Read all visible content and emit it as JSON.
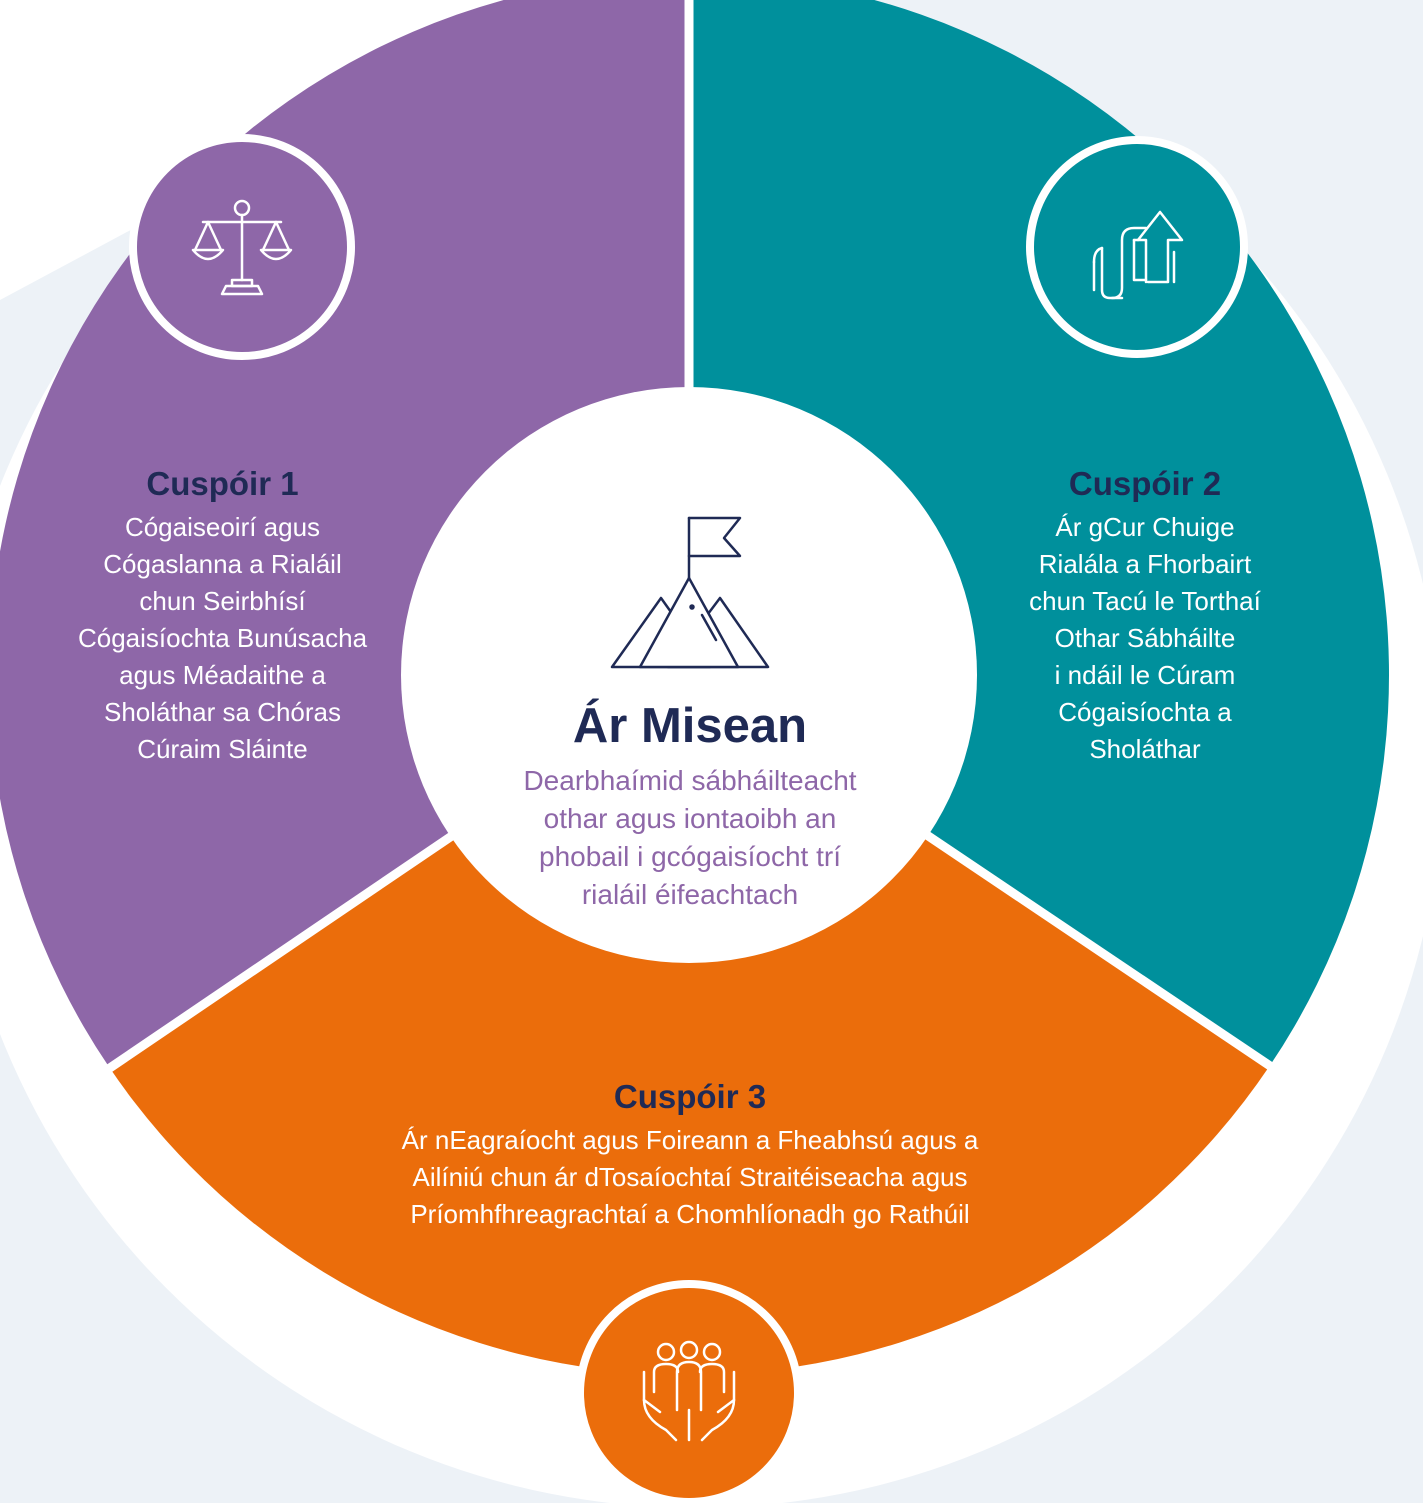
{
  "colors": {
    "page_bg": "#edf2f7",
    "outer_ring": "#ffffff",
    "purple": "#8e67a8",
    "teal": "#00909c",
    "orange": "#eb6d0b",
    "navy": "#1f2a55",
    "divider": "#ffffff"
  },
  "segments": [
    {
      "id": "1",
      "title": "Cuspóir 1",
      "lines": [
        "Cógaiseoirí agus",
        "Cógaslanna a Rialáil",
        "chun Seirbhísí",
        "Cógaisíochta Bunúsacha",
        "agus Méadaithe a",
        "Sholáthar sa Chóras",
        "Cúraim Sláinte"
      ],
      "color": "#8e67a8",
      "icon": "scales-of-justice-icon"
    },
    {
      "id": "2",
      "title": "Cuspóir 2",
      "lines": [
        "Ár gCur Chuige",
        "Rialála a Fhorbairt",
        "chun Tacú le Torthaí",
        "Othar Sábháilte",
        "i ndáil le Cúram",
        "Cógaisíochta a",
        "Sholáthar"
      ],
      "color": "#00909c",
      "icon": "scroll-with-upward-arrow-icon"
    },
    {
      "id": "3",
      "title": "Cuspóir 3",
      "lines": [
        "Ár nEagraíocht agus Foireann a Fheabhsú agus a",
        "Ailíniú chun ár dTosaíochtaí Straitéiseacha agus",
        "Príomhfhreagrachtaí a Chomhlíonadh go Rathúil"
      ],
      "color": "#eb6d0b",
      "icon": "hands-holding-people-icon"
    }
  ],
  "center": {
    "title": "Ár Misean",
    "lines": [
      "Dearbhaímid sábháilteacht",
      "othar agus iontaoibh an",
      "phobail i gcógaisíocht trí",
      "rialáil éifeachtach"
    ],
    "icon": "mountain-with-flag-icon"
  }
}
